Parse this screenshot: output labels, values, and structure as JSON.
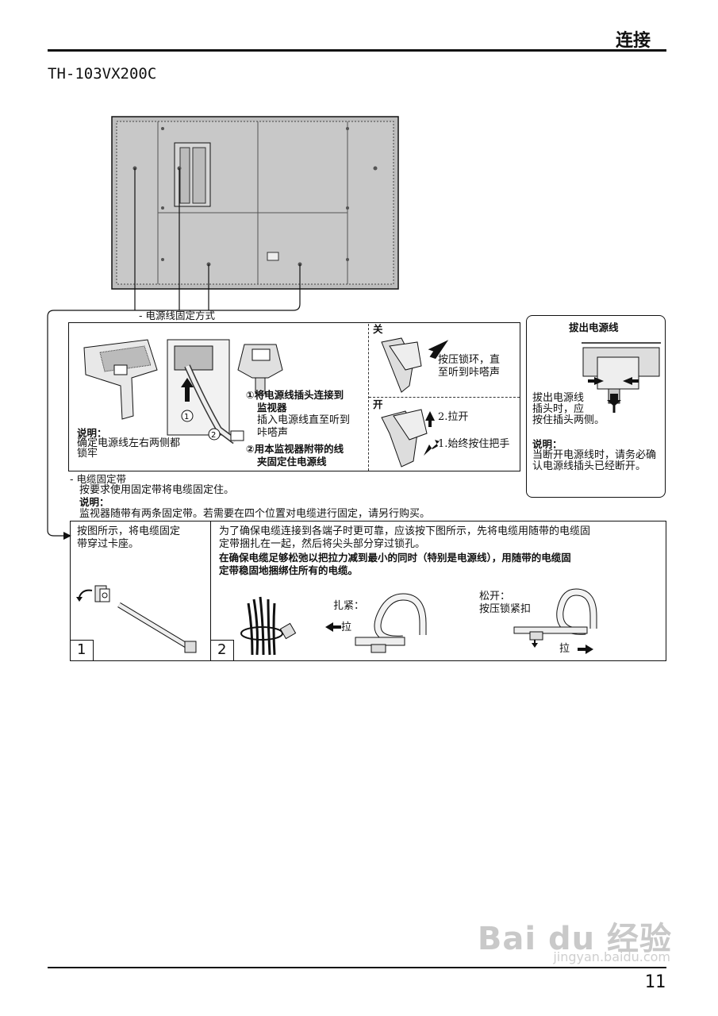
{
  "header": {
    "section_title": "连接",
    "model": "TH-103VX200C"
  },
  "diagram": {
    "section_label": "- 电源线固定方式"
  },
  "power_fix": {
    "note_label": "说明：",
    "note_line1": "确定电源线左右两侧都",
    "note_line2": "锁牢",
    "callout1": "①",
    "callout2": "②",
    "step1_title_line1": "①将电源线插头连接到",
    "step1_title_line2": "监视器",
    "step1_desc_line1": "插入电源线直至听到",
    "step1_desc_line2": "咔嗒声",
    "step2_title_line1": "②用本监视器附带的线",
    "step2_title_line2": "夹固定住电源线",
    "close_label": "关",
    "close_desc_line1": "按压锁环，直",
    "close_desc_line2": "至听到咔嗒声",
    "open_label": "开",
    "open_step2": "2.拉开",
    "open_step1": "1.始终按住把手"
  },
  "unplug": {
    "title": "拔出电源线",
    "desc_line1": "拔出电源线",
    "desc_line2": "插头时，应",
    "desc_line3": "按住插头两侧。",
    "note_label": "说明：",
    "note_line1": "当断开电源线时，请务必确",
    "note_line2": "认电源线插头已经断开。"
  },
  "cable_band": {
    "section_label": "- 电缆固定带",
    "instruction": "按要求使用固定带将电缆固定住。",
    "note_label": "说明：",
    "note_text": "监视器随带有两条固定带。若需要在四个位置对电缆进行固定，请另行购买。",
    "step1_number": "1",
    "step1_line1": "按图所示，将电缆固定",
    "step1_line2": "带穿过卡座。",
    "step2_number": "2",
    "step2_line1": "为了确保电缆连接到各端子时更可靠，应该按下图所示，先将电缆用随带的电缆固",
    "step2_line2": "定带捆扎在一起，然后将尖头部分穿过锁孔。",
    "step2_bold_line1": "在确保电缆足够松弛以把拉力减到最小的同时（特别是电源线），用随带的电缆固",
    "step2_bold_line2": "定带稳固地捆绑住所有的电缆。",
    "tighten_label": "扎紧：",
    "pull_label_left": "拉",
    "loosen_label": "松开：",
    "loosen_desc": "按压锁紧扣",
    "pull_label_right": "拉"
  },
  "footer": {
    "page_number": "11",
    "watermark": "Bai du 经验",
    "watermark_url": "jingyan.baidu.com"
  }
}
